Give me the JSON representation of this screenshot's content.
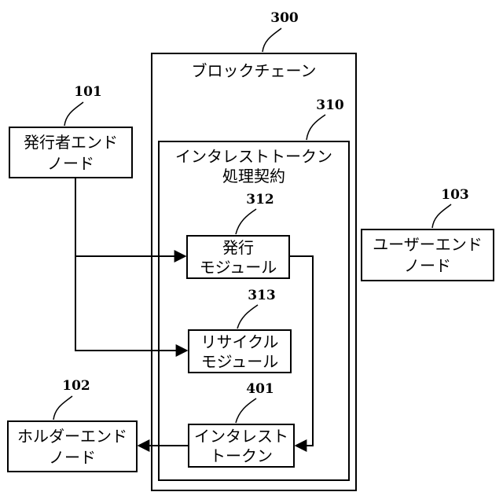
{
  "labels": {
    "ref_300": "300",
    "ref_310": "310",
    "ref_101": "101",
    "ref_102": "102",
    "ref_103": "103",
    "ref_312": "312",
    "ref_313": "313",
    "ref_401": "401"
  },
  "blockchain": {
    "title": "ブロックチェーン"
  },
  "contract": {
    "line1": "インタレストトークン",
    "line2": "処理契約"
  },
  "issuer_node": {
    "line1": "発行者エンド",
    "line2": "ノード"
  },
  "holder_node": {
    "line1": "ホルダーエンド",
    "line2": "ノード"
  },
  "user_node": {
    "line1": "ユーザーエンド",
    "line2": "ノード"
  },
  "issue_module": {
    "line1": "発行",
    "line2": "モジュール"
  },
  "recycle_module": {
    "line1": "リサイクル",
    "line2": "モジュール"
  },
  "interest_token": {
    "line1": "インタレスト",
    "line2": "トークン"
  }
}
